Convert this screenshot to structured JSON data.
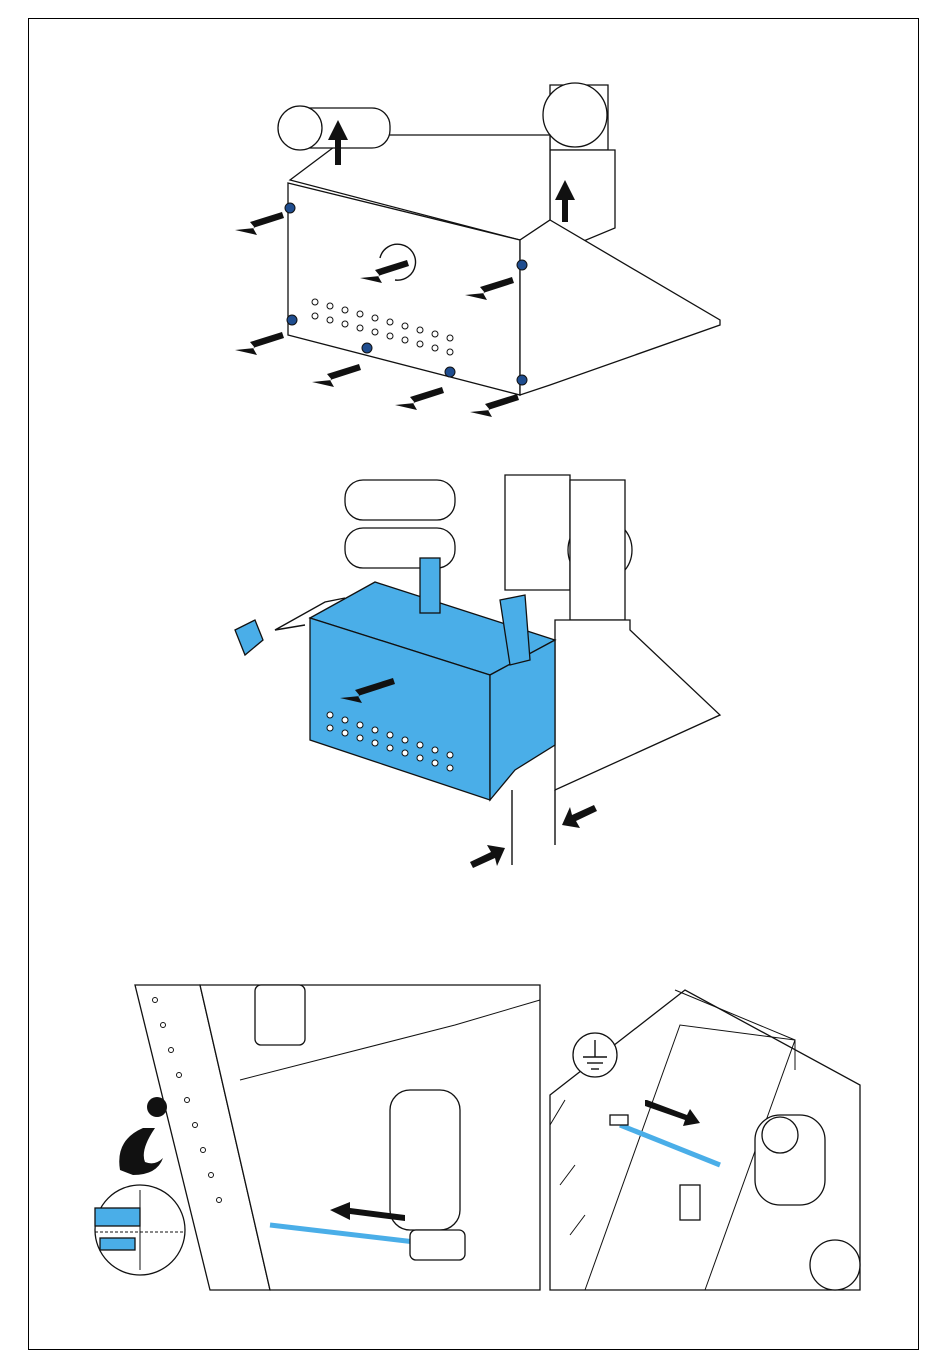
{
  "figures": [
    {
      "id": "fig1",
      "subject": "cover-removal"
    },
    {
      "id": "fig2",
      "subject": "electronic-box-removal"
    },
    {
      "id": "fig3",
      "subject": "tube-disconnect"
    },
    {
      "id": "fig4",
      "subject": "ground-cable-disconnect"
    }
  ],
  "icons": {
    "info": "info-icon",
    "ground": "protective-earth-icon",
    "tube_detail": "tube-connector-detail-icon",
    "plug": "power-plug-icon"
  },
  "colors": {
    "highlight": "#4aaee8",
    "line": "#111111",
    "screw": "#1f4d8f"
  }
}
